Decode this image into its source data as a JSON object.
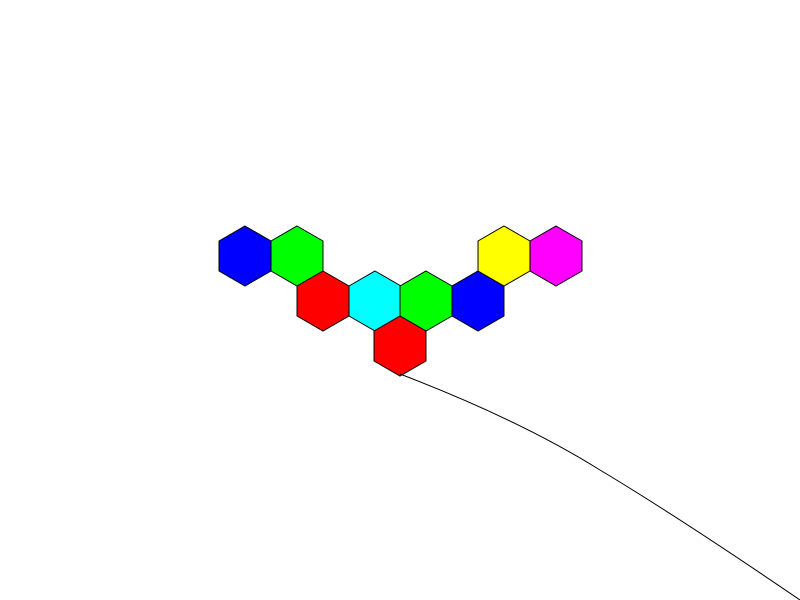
{
  "game": {
    "bubbles": [
      {
        "id": "blue-1",
        "color": "#0000ff"
      },
      {
        "id": "green-1",
        "color": "#00ff00"
      },
      {
        "id": "red-1",
        "color": "#ff0000"
      },
      {
        "id": "cyan-1",
        "color": "#00ffff"
      },
      {
        "id": "green-2",
        "color": "#00ff00"
      },
      {
        "id": "blue-2",
        "color": "#0000ff"
      },
      {
        "id": "yellow-1",
        "color": "#ffff00"
      },
      {
        "id": "magenta-1",
        "color": "#ff00ff"
      },
      {
        "id": "red-2",
        "color": "#ff0000"
      }
    ],
    "stroke_color": "#000000",
    "background_color": "#ffffff"
  }
}
